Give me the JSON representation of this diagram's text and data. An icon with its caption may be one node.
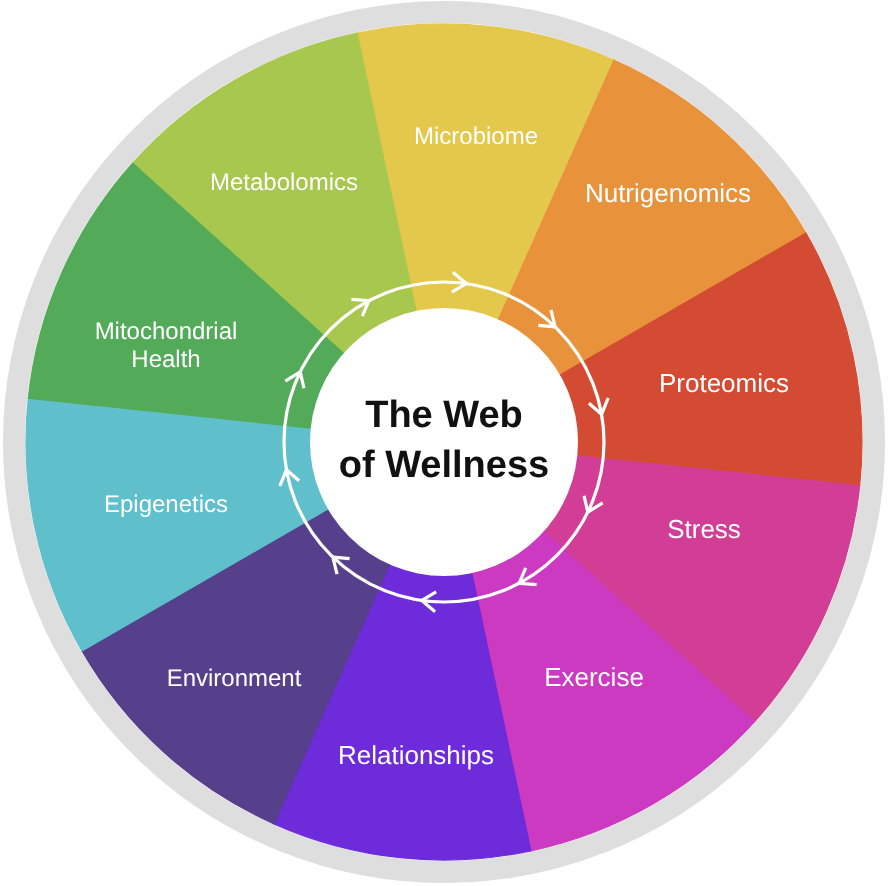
{
  "diagram": {
    "nodes": [
      {
        "text": [
          "The Web of Wellness"
        ]
      },
      {
        "text": [
          "Microbiome"
        ]
      },
      {
        "text": [
          "Nutrigenomics"
        ]
      },
      {
        "text": [
          "Proteomics"
        ]
      },
      {
        "text": [
          "Stress"
        ]
      },
      {
        "text": [
          "Exercise"
        ]
      },
      {
        "text": [
          "Relationships"
        ]
      },
      {
        "text": [
          "Environment"
        ]
      },
      {
        "text": [
          "Epigenetics"
        ]
      },
      {
        "text": [
          "Mitochondrial Health"
        ]
      },
      {
        "text": [
          "Metabolomics"
        ]
      }
    ]
  }
}
